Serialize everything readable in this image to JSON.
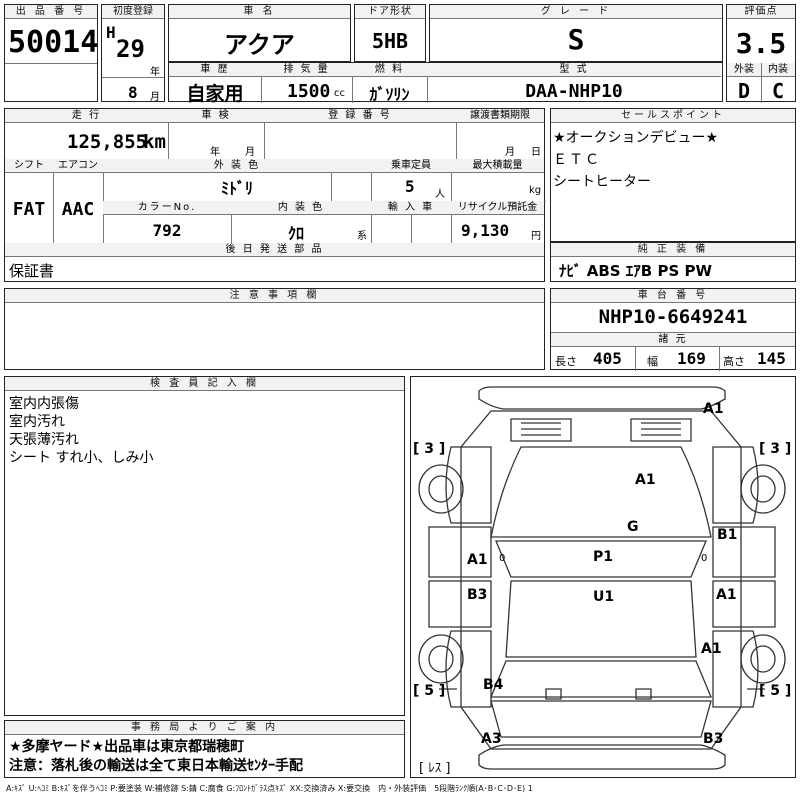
{
  "top": {
    "lot_label": "出 品 番 号",
    "lot_number": "50014",
    "first_reg_label": "初度登録",
    "era": "H",
    "year": "29",
    "year_unit": "年",
    "month": "8",
    "month_unit": "月",
    "car_name_label": "車 名",
    "car_name": "アクア",
    "door_label": "ドア形状",
    "door": "5HB",
    "grade_label": "グ レ ー ド",
    "grade": "S",
    "score_label": "評価点",
    "score": "3.5",
    "history_label": "車 歴",
    "history": "自家用",
    "displacement_label": "排 気 量",
    "displacement": "1500",
    "displacement_unit": "cc",
    "fuel_label": "燃 料",
    "fuel": "ｶﾞｿﾘﾝ",
    "model_label": "型 式",
    "model": "DAA-NHP10",
    "exterior_label": "外装",
    "exterior_grade": "D",
    "interior_label": "内装",
    "interior_grade": "C"
  },
  "row2": {
    "mileage_label": "走 行",
    "mileage": "125,855",
    "mileage_unit": "km",
    "inspection_label": "車 検",
    "inspection_year_unit": "年",
    "inspection_month_unit": "月",
    "reg_no_label": "登 録 番 号",
    "transfer_label": "譲渡書類期限",
    "transfer_month_unit": "月",
    "transfer_day_unit": "日",
    "shift_label": "シフト",
    "shift": "FAT",
    "aircon_label": "エアコン",
    "aircon": "AAC",
    "ext_color_label": "外 装 色",
    "ext_color": "ﾐﾄﾞﾘ",
    "capacity_label": "乗車定員",
    "capacity": "5",
    "capacity_unit": "人",
    "load_label": "最大積載量",
    "load_unit": "kg",
    "color_no_label": "カラーNo.",
    "color_no": "792",
    "int_color_label": "内 装 色",
    "int_color": "ｸﾛ",
    "int_color_unit": "系",
    "import_label": "輸 入 車",
    "recycle_label": "リサイクル預託金",
    "recycle": "9,130",
    "recycle_unit": "円",
    "later_parts_label": "後 日 発 送 部 品",
    "later_parts": "保証書"
  },
  "sales": {
    "label": "セールスポイント",
    "lines": [
      "★オークションデビュー★",
      "ＥＴＣ",
      "シートヒーター"
    ]
  },
  "genuine": {
    "label": "純 正 装 備",
    "value": "ﾅﾋﾞ ABS ｴｱB PS PW"
  },
  "notes": {
    "label": "注 意 事 項 欄"
  },
  "chassis": {
    "label": "車 台 番 号",
    "value": "NHP10-6649241",
    "dims_label": "諸 元",
    "length_label": "長さ",
    "length": "405",
    "width_label": "幅",
    "width": "169",
    "height_label": "高さ",
    "height": "145"
  },
  "inspector": {
    "label": "検 査 員 記 入 欄",
    "lines": [
      "室内内張傷",
      "室内汚れ",
      "天張薄汚れ",
      "シート すれ小、しみ小"
    ]
  },
  "office": {
    "label": "事 務 局 よ り ご 案 内",
    "lines": [
      "★多摩ヤード★出品車は東京都瑞穂町",
      "注意：落札後の輸送は全て東日本輸送ｾﾝﾀｰ手配"
    ]
  },
  "diagram": {
    "tires": [
      "3",
      "3",
      "5",
      "5"
    ],
    "spare": "ﾚｽ",
    "marks": {
      "front_bumper": "A1",
      "hood": "A1",
      "windshield": "G",
      "left_front_door": "A1",
      "left_front_door_zero": "0",
      "left_rear_door": "B3",
      "right_front_fender": "B1",
      "right_front_door": "A1",
      "right_front_door_zero": "0",
      "right_rear_door": "A1",
      "left_quarter": "B4",
      "rear_bumper_left": "A3",
      "rear_bumper_right": "B3",
      "roof_front": "P1",
      "roof_rear": "U1"
    }
  },
  "legend": "A:ｷｽﾞ U:ﾍｺﾐ B:ｷｽﾞを伴うﾍｺﾐ P:要塗装 W:補修跡 S:錆 C:腐食 G:ﾌﾛﾝﾄｶﾞﾗｽ点ｷｽﾞ XX:交換済み X:要交換　内・外装評価　5段階ﾗﾝｸ順(A･B･C･D･E) 1"
}
